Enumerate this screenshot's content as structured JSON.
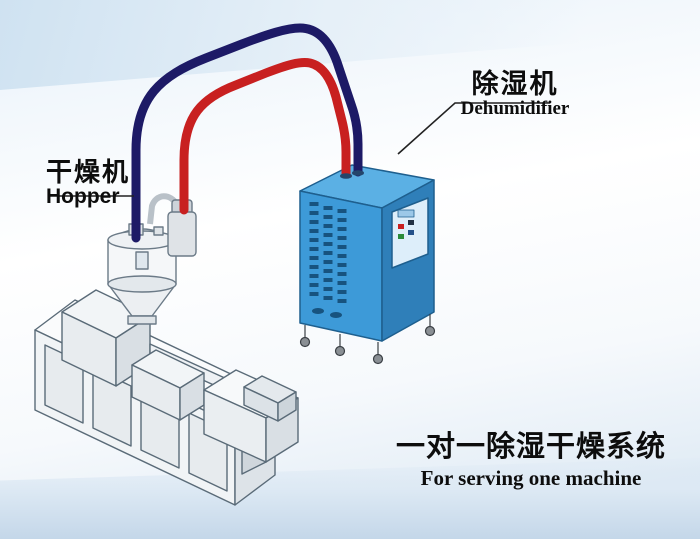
{
  "labels": {
    "dehumidifier_cn": "除湿机",
    "dehumidifier_en": "Dehumidifier",
    "hopper_cn": "干燥机",
    "hopper_en": "Hopper",
    "title_cn": "一对一除湿干燥系统",
    "title_en": "For serving one machine"
  },
  "colors": {
    "pipe_red": "#c82020",
    "pipe_navy": "#1d1a66",
    "dehumidifier_front": "#3d9ad8",
    "dehumidifier_side": "#2f7fb9",
    "dehumidifier_top": "#5bb0e4",
    "machine_body": "#f4f6f8",
    "outline": "#5a6b78"
  }
}
